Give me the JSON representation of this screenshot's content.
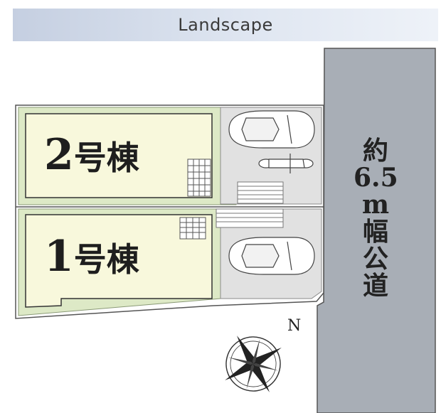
{
  "banner": {
    "label": "Landscape"
  },
  "road": {
    "chars": [
      "約",
      "6.5",
      "m",
      "幅",
      "公",
      "道"
    ]
  },
  "buildings": [
    {
      "num": "2",
      "suffix": "号棟"
    },
    {
      "num": "1",
      "suffix": "号棟"
    }
  ],
  "compass": {
    "north_label": "N"
  },
  "colors": {
    "building": "#f8f8dc",
    "yard": "#dde9c6",
    "paving": "#e1e1e1",
    "road": "#a8aeb6"
  },
  "icons": [
    "car-icon",
    "car-icon",
    "motorcycle-icon",
    "compass-rose-icon"
  ]
}
